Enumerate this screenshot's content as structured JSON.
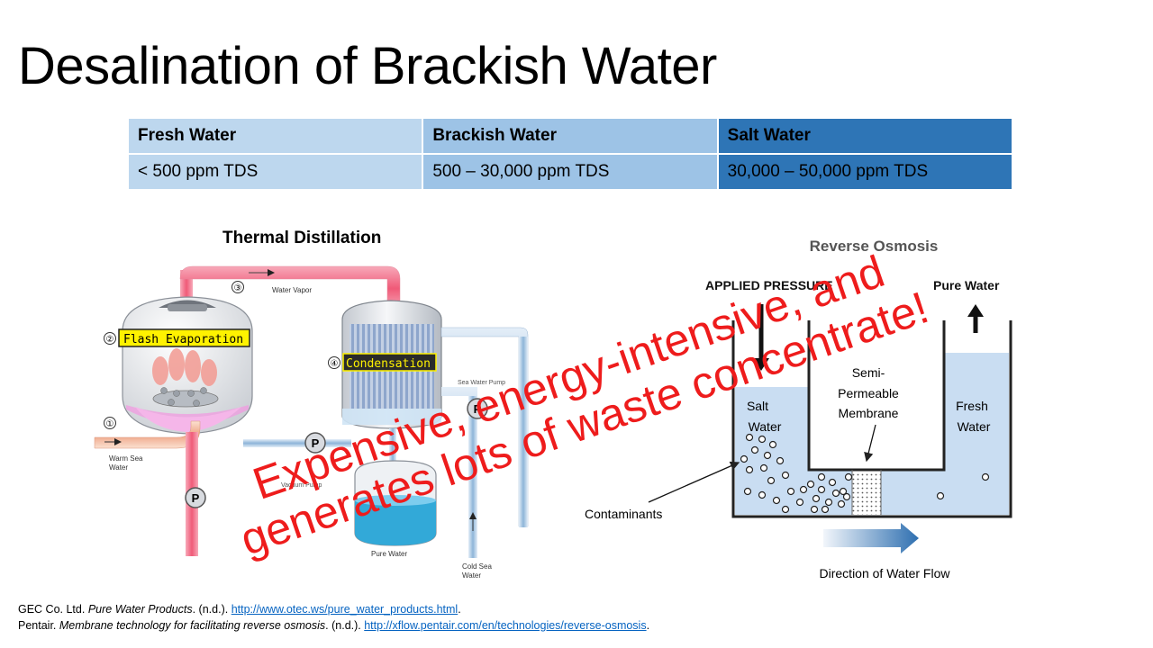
{
  "slide": {
    "title": "Desalination of Brackish Water"
  },
  "table": {
    "headers": [
      "Fresh Water",
      "Brackish Water",
      "Salt Water"
    ],
    "values": [
      "< 500 ppm TDS",
      "500 – 30,000 ppm TDS",
      "30,000 – 50,000 ppm TDS"
    ],
    "colors": [
      "#bdd7ee",
      "#9dc3e6",
      "#2e75b6"
    ]
  },
  "thermal": {
    "section_label": "Thermal Distillation",
    "step1": "①",
    "step2": "②",
    "step3": "③",
    "step4": "④",
    "flash_label": "Flash Evaporation",
    "condensation_label": "Condensation",
    "water_vapor": "Water Vapor",
    "warm_sea_water_line1": "Warm Sea",
    "warm_sea_water_line2": "Water",
    "cold_sea_water_line1": "Cold Sea",
    "cold_sea_water_line2": "Water",
    "pure_water": "Pure Water",
    "pump_letter": "P",
    "vacuum_pump": "Vacuum Pump",
    "seawater_pump": "Sea Water Pump"
  },
  "ro": {
    "title": "Reverse Osmosis",
    "applied_pressure": "APPLIED PRESSURE",
    "pure_water": "Pure Water",
    "salt_water_line1": "Salt",
    "salt_water_line2": "Water",
    "membrane_line1": "Semi-",
    "membrane_line2": "Permeable",
    "membrane_line3": "Membrane",
    "fresh_water_line1": "Fresh",
    "fresh_water_line2": "Water",
    "contaminants": "Contaminants",
    "flow_direction": "Direction of Water Flow"
  },
  "overlay": {
    "line1": "Expensive, energy-intensive, and",
    "line2": "generates lots of waste concentrate!",
    "color": "#ee1c1c"
  },
  "references": {
    "ref1_author": "GEC Co. Ltd. ",
    "ref1_title": "Pure Water Products",
    "ref1_date": ". (n.d.). ",
    "ref1_url": "http://www.otec.ws/pure_water_products.html",
    "ref1_end": ".",
    "ref2_author": "Pentair. ",
    "ref2_title": "Membrane technology for facilitating reverse osmosis",
    "ref2_date": ". (n.d.). ",
    "ref2_url": "http://xflow.pentair.com/en/technologies/reverse-osmosis",
    "ref2_end": "."
  }
}
